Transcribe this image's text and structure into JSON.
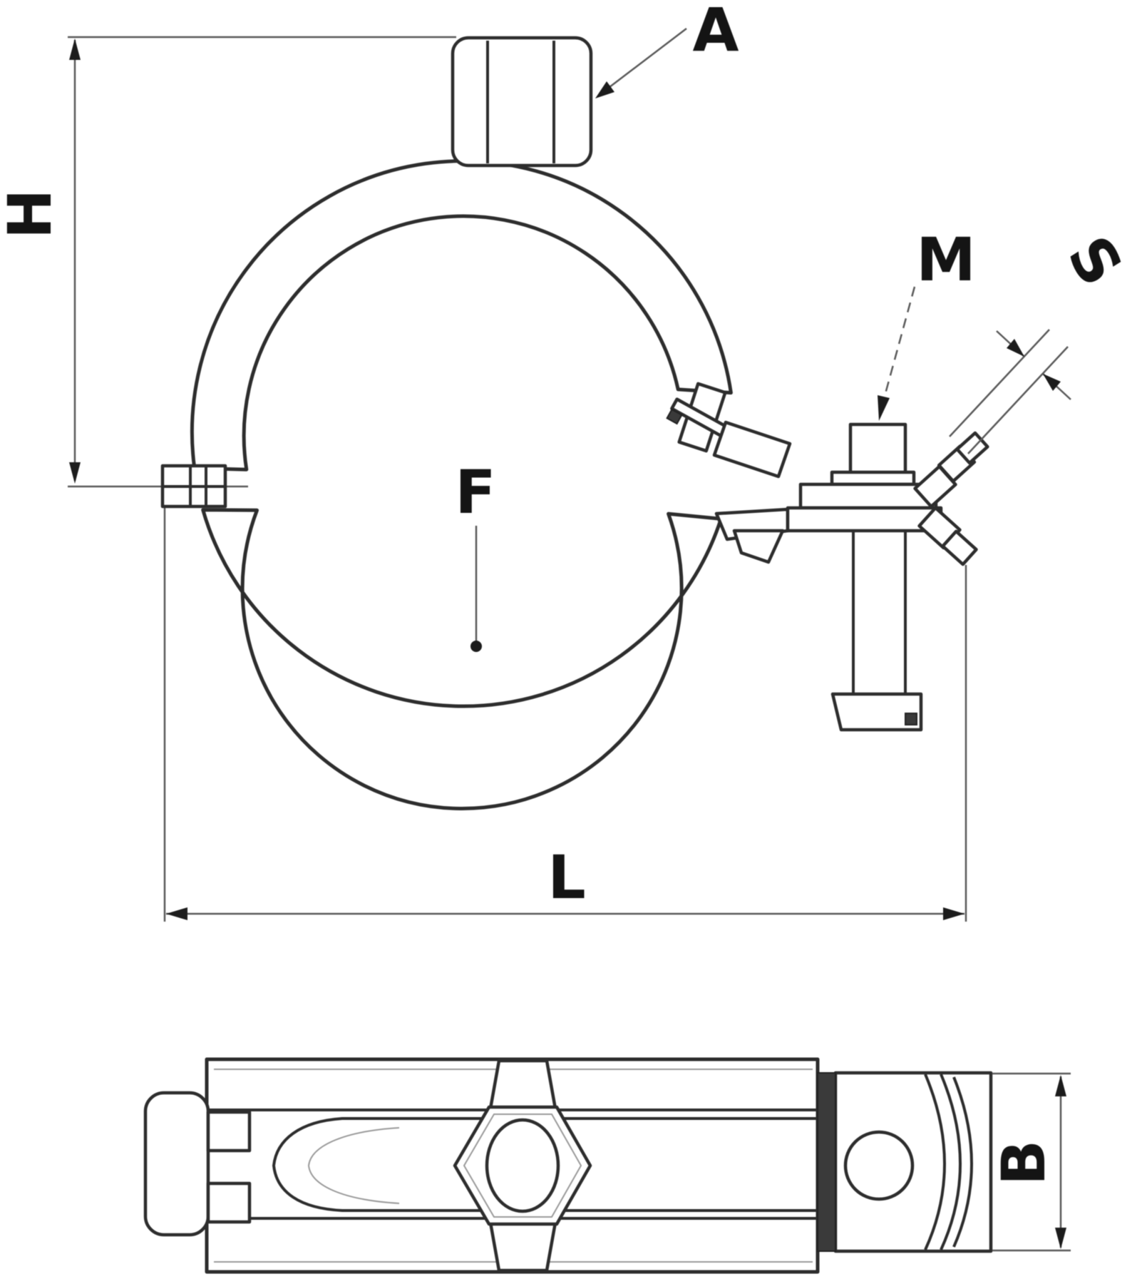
{
  "labels": {
    "A": "A",
    "H": "H",
    "M": "M",
    "S": "S",
    "F": "F",
    "L": "L",
    "B": "B"
  },
  "colors": {
    "line": "#2d2d2d",
    "dimension": "#5a5a5a",
    "label": "#141414",
    "background": "#ffffff"
  }
}
